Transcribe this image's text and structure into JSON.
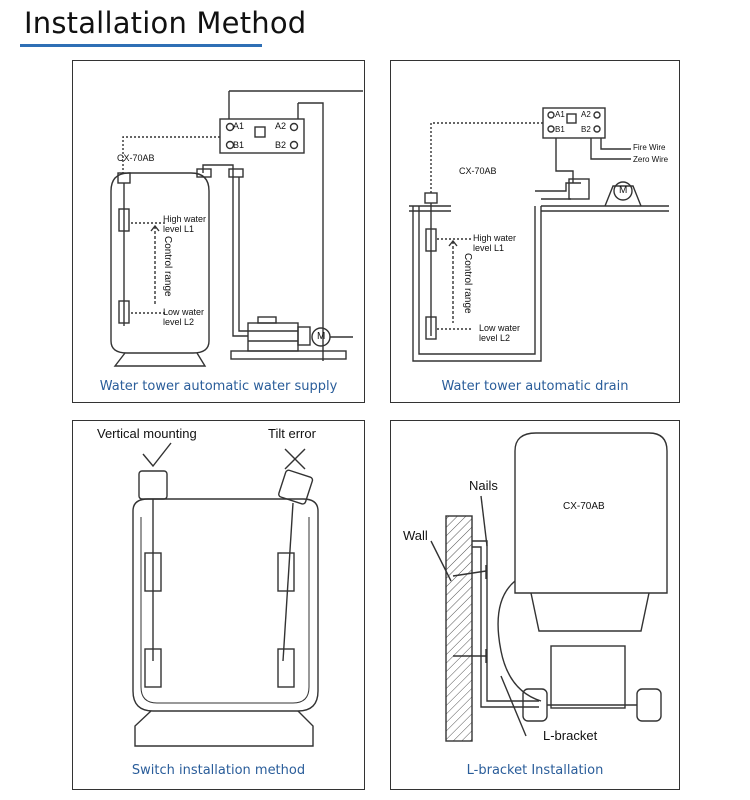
{
  "header": {
    "title": "Installation Method"
  },
  "panels": [
    {
      "caption": "Water tower automatic water supply",
      "device": "CX-70AB",
      "terminals": [
        "A1",
        "A2",
        "B1",
        "B2"
      ],
      "high_level": [
        "High water",
        "level L1"
      ],
      "low_level": [
        "Low water",
        "level L2"
      ],
      "control_range": "Control range",
      "motor": "M"
    },
    {
      "caption": "Water tower automatic drain",
      "device": "CX-70AB",
      "terminals": [
        "A1",
        "A2",
        "B1",
        "B2"
      ],
      "fire_wire": "Fire Wire",
      "zero_wire": "Zero Wire",
      "high_level": [
        "High water",
        "level L1"
      ],
      "low_level": [
        "Low water",
        "level L2"
      ],
      "control_range": "Control range",
      "motor": "M"
    },
    {
      "caption": "Switch installation method",
      "vertical_label": "Vertical mounting",
      "tilt_label": "Tilt error"
    },
    {
      "caption": "L-bracket Installation",
      "device": "CX-70AB",
      "nails_label": "Nails",
      "wall_label": "Wall",
      "bracket_label": "L-bracket"
    }
  ],
  "colors": {
    "accent": "#2e6fb5",
    "caption": "#2a5d9a",
    "line": "#333333"
  }
}
